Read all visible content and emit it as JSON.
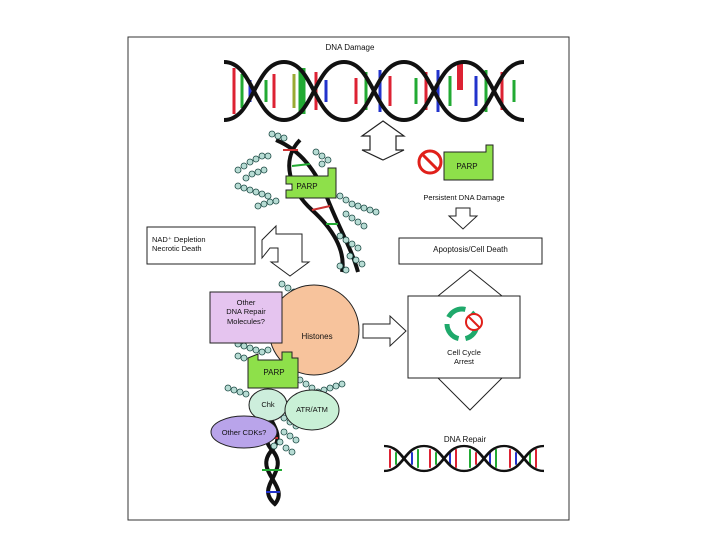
{
  "labels": {
    "dna_damage": "DNA Damage",
    "parp_top": "PARP",
    "parp_inhibited": "PARP",
    "persistent": "Persistent DNA Damage",
    "nad_line1": "NAD⁺ Depletion",
    "nad_line2": "Necrotic Death",
    "apoptosis": "Apoptosis/Cell Death",
    "other_repair_1": "Other",
    "other_repair_2": "DNA Repair",
    "other_repair_3": "Molecules?",
    "histones": "Histones",
    "parp_bottom": "PARP",
    "chk": "Chk",
    "atr_atm": "ATR/ATM",
    "other_cdks": "Other CDKs?",
    "cell_cycle_1": "Cell Cycle",
    "cell_cycle_2": "Arrest",
    "dna_repair": "DNA Repair"
  },
  "icons": {
    "inhibit": "no-symbol-icon",
    "cycle": "cell-cycle-icon"
  },
  "colors": {
    "parp": "#8ee04a",
    "histones": "#f7c39c",
    "other_repair": "#e5c4ef",
    "chk": "#cdeedc",
    "atr_atm": "#c9f0d6",
    "other_cdks": "#b9a4ea",
    "polymer": "#b7dcd4",
    "inhibit": "#e0201a"
  }
}
